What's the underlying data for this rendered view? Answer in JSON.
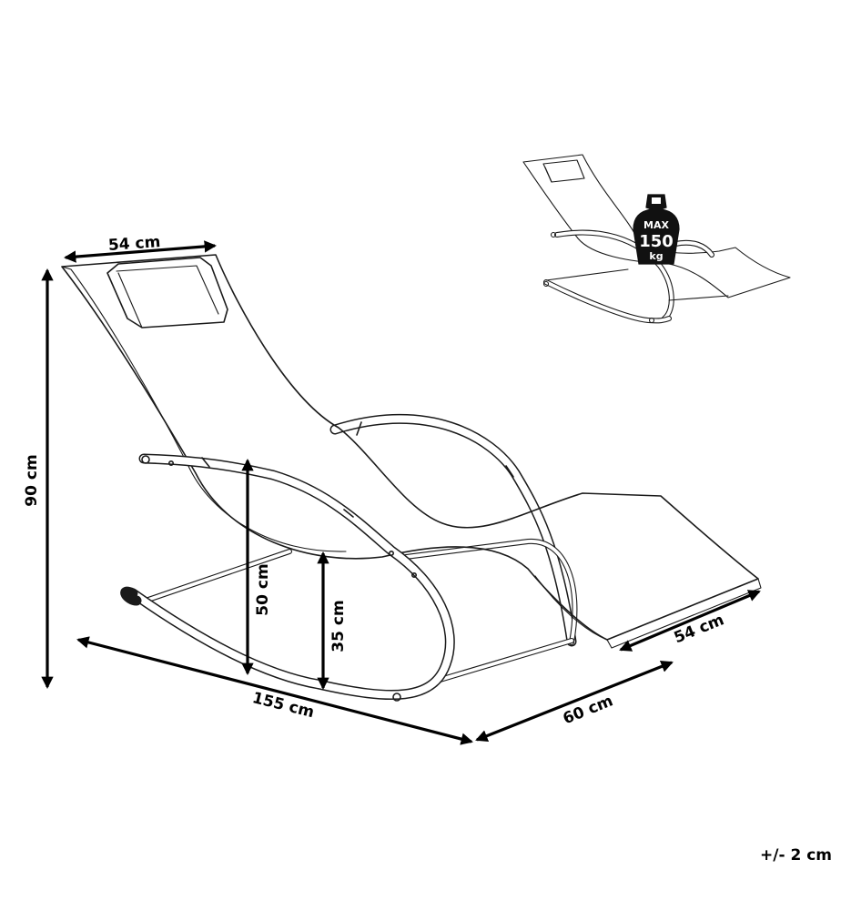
{
  "dimensions": {
    "top_width": "54 cm",
    "height": "90 cm",
    "seat_height_high": "50 cm",
    "seat_height_low": "35 cm",
    "length": "155 cm",
    "depth": "60 cm",
    "seat_width": "54 cm"
  },
  "load_badge": {
    "max_label": "MAX",
    "value": "150",
    "unit": "kg"
  },
  "tolerance": "+/- 2 cm",
  "icons": [
    "weight-icon",
    "sun-lounger-illustration"
  ]
}
